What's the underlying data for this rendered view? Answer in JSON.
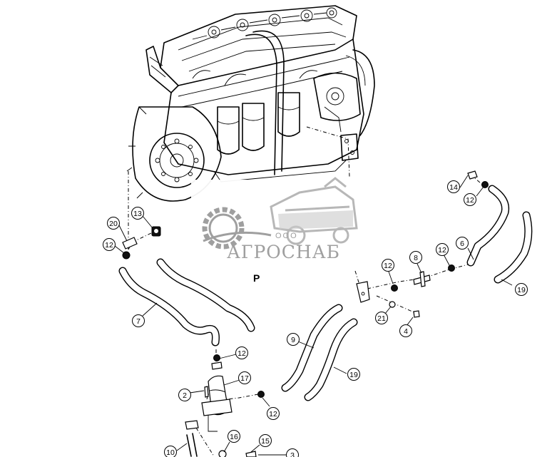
{
  "watermark": {
    "company": "ООО",
    "brand": "АГРОСНАБ",
    "color": "#9a9a9a"
  },
  "stray_label": "P",
  "callouts": [
    "14",
    "12",
    "20",
    "13",
    "12",
    "6",
    "19",
    "8",
    "12",
    "12",
    "7",
    "21",
    "4",
    "9",
    "12",
    "19",
    "17",
    "2",
    "12",
    "16",
    "15",
    "10",
    "3"
  ]
}
